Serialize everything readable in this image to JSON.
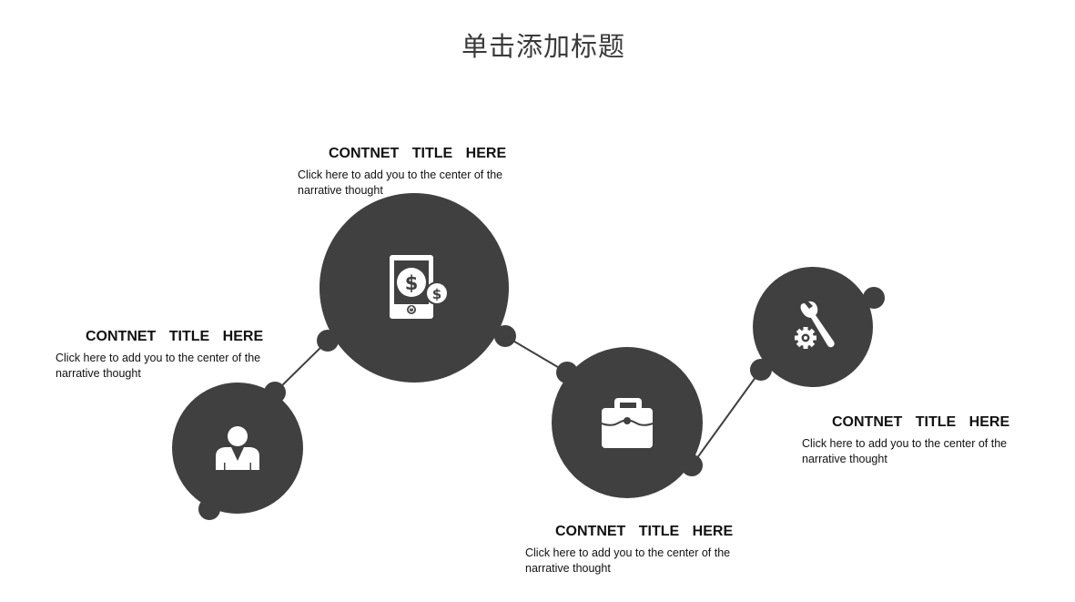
{
  "page": {
    "title": "单击添加标题"
  },
  "colors": {
    "circle_fill": "#404040",
    "icon_fill": "#ffffff",
    "line": "#404040",
    "text": "#111111",
    "background": "#ffffff"
  },
  "steps": [
    {
      "icon": "person-icon",
      "title": "CONTNET   TITLE   HERE",
      "description": "Click here to add  you to the  center of the narrative thought"
    },
    {
      "icon": "mobile-money-icon",
      "title": "CONTNET   TITLE   HERE",
      "description": "Click here to add  you to the  center of the narrative thought"
    },
    {
      "icon": "briefcase-icon",
      "title": "CONTNET   TITLE   HERE",
      "description": "Click here to add  you to the  center of the narrative thought"
    },
    {
      "icon": "wrench-gear-icon",
      "title": "CONTNET   TITLE   HERE",
      "description": "Click here to add  you to the  center of the narrative thought"
    }
  ]
}
